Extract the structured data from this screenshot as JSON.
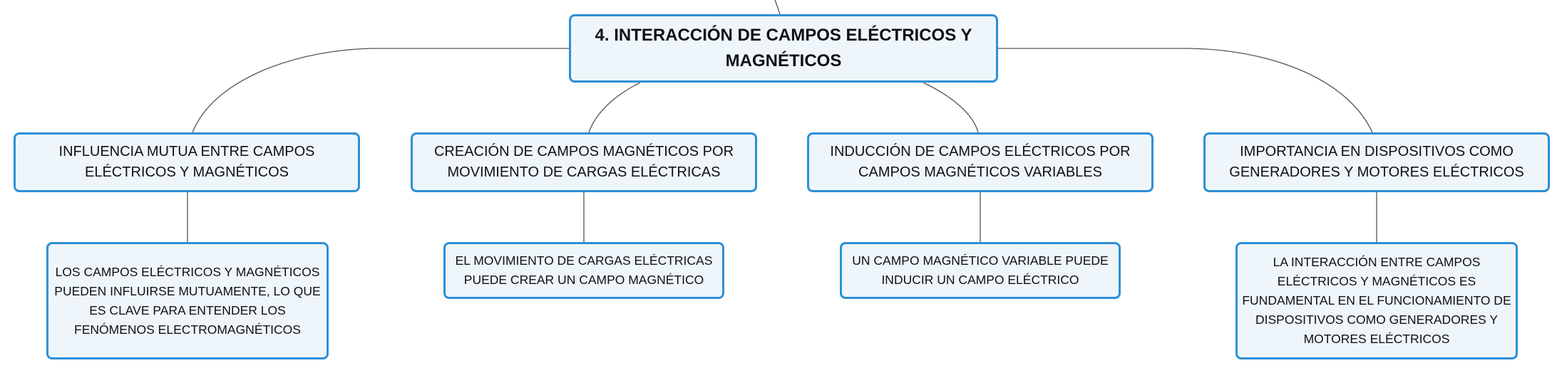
{
  "central_topic": "4. INTERACCIÓN DE CAMPOS ELÉCTRICOS Y MAGNÉTICOS",
  "branches": [
    {
      "label": "INFLUENCIA MUTUA ENTRE CAMPOS ELÉCTRICOS Y MAGNÉTICOS",
      "detail": "LOS CAMPOS ELÉCTRICOS Y MAGNÉTICOS PUEDEN INFLUIRSE MUTUAMENTE, LO QUE ES CLAVE PARA ENTENDER LOS FENÓMENOS ELECTROMAGNÉTICOS"
    },
    {
      "label": "CREACIÓN DE CAMPOS MAGNÉTICOS POR MOVIMIENTO DE CARGAS ELÉCTRICAS",
      "detail": "EL MOVIMIENTO DE CARGAS ELÉCTRICAS PUEDE CREAR UN CAMPO MAGNÉTICO"
    },
    {
      "label": "INDUCCIÓN DE CAMPOS ELÉCTRICOS POR CAMPOS MAGNÉTICOS VARIABLES",
      "detail": "UN CAMPO MAGNÉTICO VARIABLE PUEDE INDUCIR UN CAMPO ELÉCTRICO"
    },
    {
      "label": "IMPORTANCIA EN DISPOSITIVOS COMO GENERADORES Y MOTORES ELÉCTRICOS",
      "detail": "LA INTERACCIÓN ENTRE CAMPOS ELÉCTRICOS Y MAGNÉTICOS ES FUNDAMENTAL EN EL FUNCIONAMIENTO DE DISPOSITIVOS COMO GENERADORES Y MOTORES ELÉCTRICOS"
    }
  ],
  "colors": {
    "node_border": "#2e8fd6",
    "node_fill": "#eef6fc",
    "connector": "#555555"
  }
}
